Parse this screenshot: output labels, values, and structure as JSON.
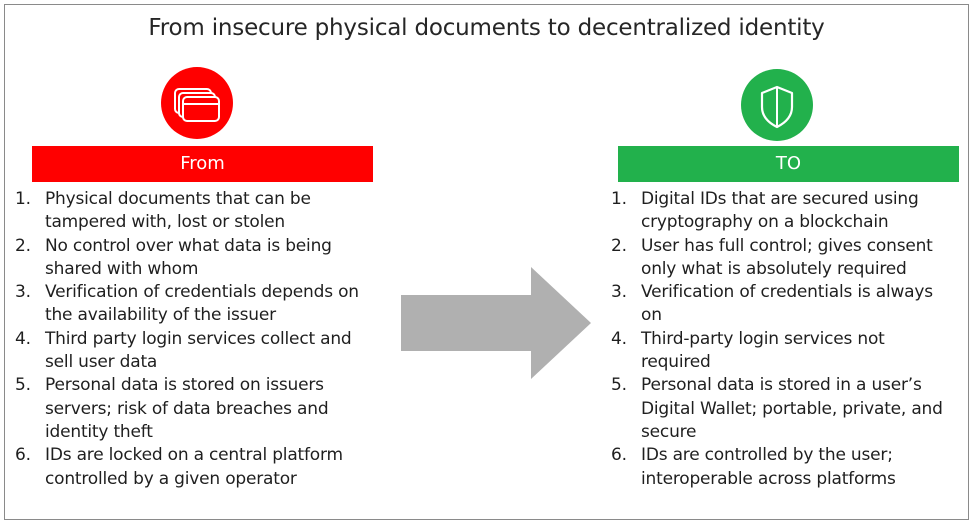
{
  "title": "From insecure physical documents to decentralized identity",
  "colors": {
    "from": "#ff0000",
    "to": "#22b14c",
    "arrow": "#b0b0b0"
  },
  "from": {
    "icon": "documents-icon",
    "label": "From",
    "items": [
      {
        "num": "1.",
        "text": "Physical documents that can be tampered with, lost or stolen"
      },
      {
        "num": "2.",
        "text": "No control over what data is being shared with whom"
      },
      {
        "num": "3.",
        "text": "Verification of credentials depends on the availability of the issuer"
      },
      {
        "num": "4.",
        "text": "Third party login services collect and sell user data"
      },
      {
        "num": "5.",
        "text": "Personal data is stored on issuers servers; risk of data breaches and identity theft"
      },
      {
        "num": "6.",
        "text": "IDs are locked on a central platform controlled by a given operator"
      }
    ]
  },
  "to": {
    "icon": "shield-icon",
    "label": "TO",
    "items": [
      {
        "num": "1.",
        "text": "Digital IDs that are secured using cryptography on a blockchain"
      },
      {
        "num": "2.",
        "text": "User has full control; gives consent only what is absolutely required"
      },
      {
        "num": "3.",
        "text": "Verification of credentials is always on"
      },
      {
        "num": "4.",
        "text": "Third-party login services not required"
      },
      {
        "num": "5.",
        "text": "Personal data is stored in a user’s Digital Wallet; portable, private, and secure"
      },
      {
        "num": "6.",
        "text": "IDs are controlled by the user; interoperable across platforms"
      }
    ]
  }
}
